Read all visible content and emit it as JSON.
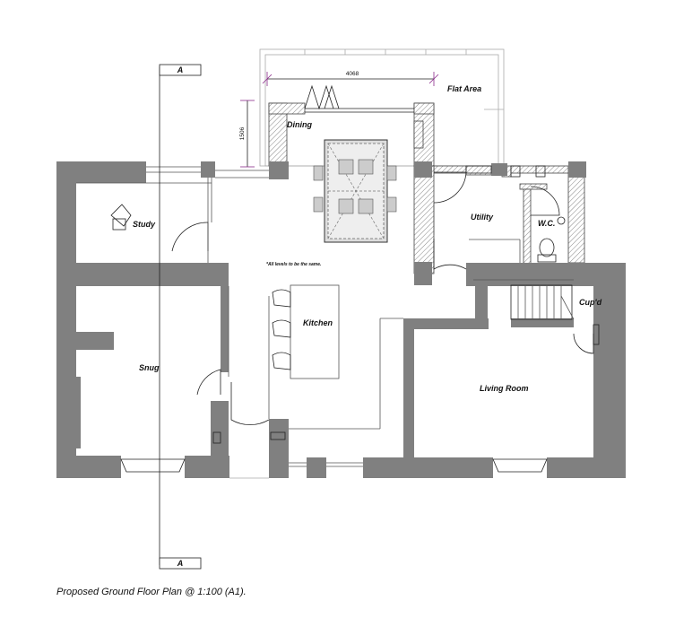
{
  "drawing": {
    "caption": "Proposed Ground Floor Plan @ 1:100 (A1).",
    "section_marker_top": "A",
    "section_marker_bottom": "A",
    "note": "*All levels to be the same."
  },
  "rooms": {
    "dining": "Dining",
    "flat_area": "Flat Area",
    "study": "Study",
    "utility": "Utility",
    "wc": "W.C.",
    "kitchen": "Kitchen",
    "snug": "Snug",
    "cupboard": "Cup'd",
    "living_room": "Living Room"
  },
  "dimensions": {
    "width": "4068",
    "depth": "1506"
  },
  "colors": {
    "wall_fill": "#808080",
    "line": "#222222",
    "dimension_mark": "#8b2a8b"
  }
}
